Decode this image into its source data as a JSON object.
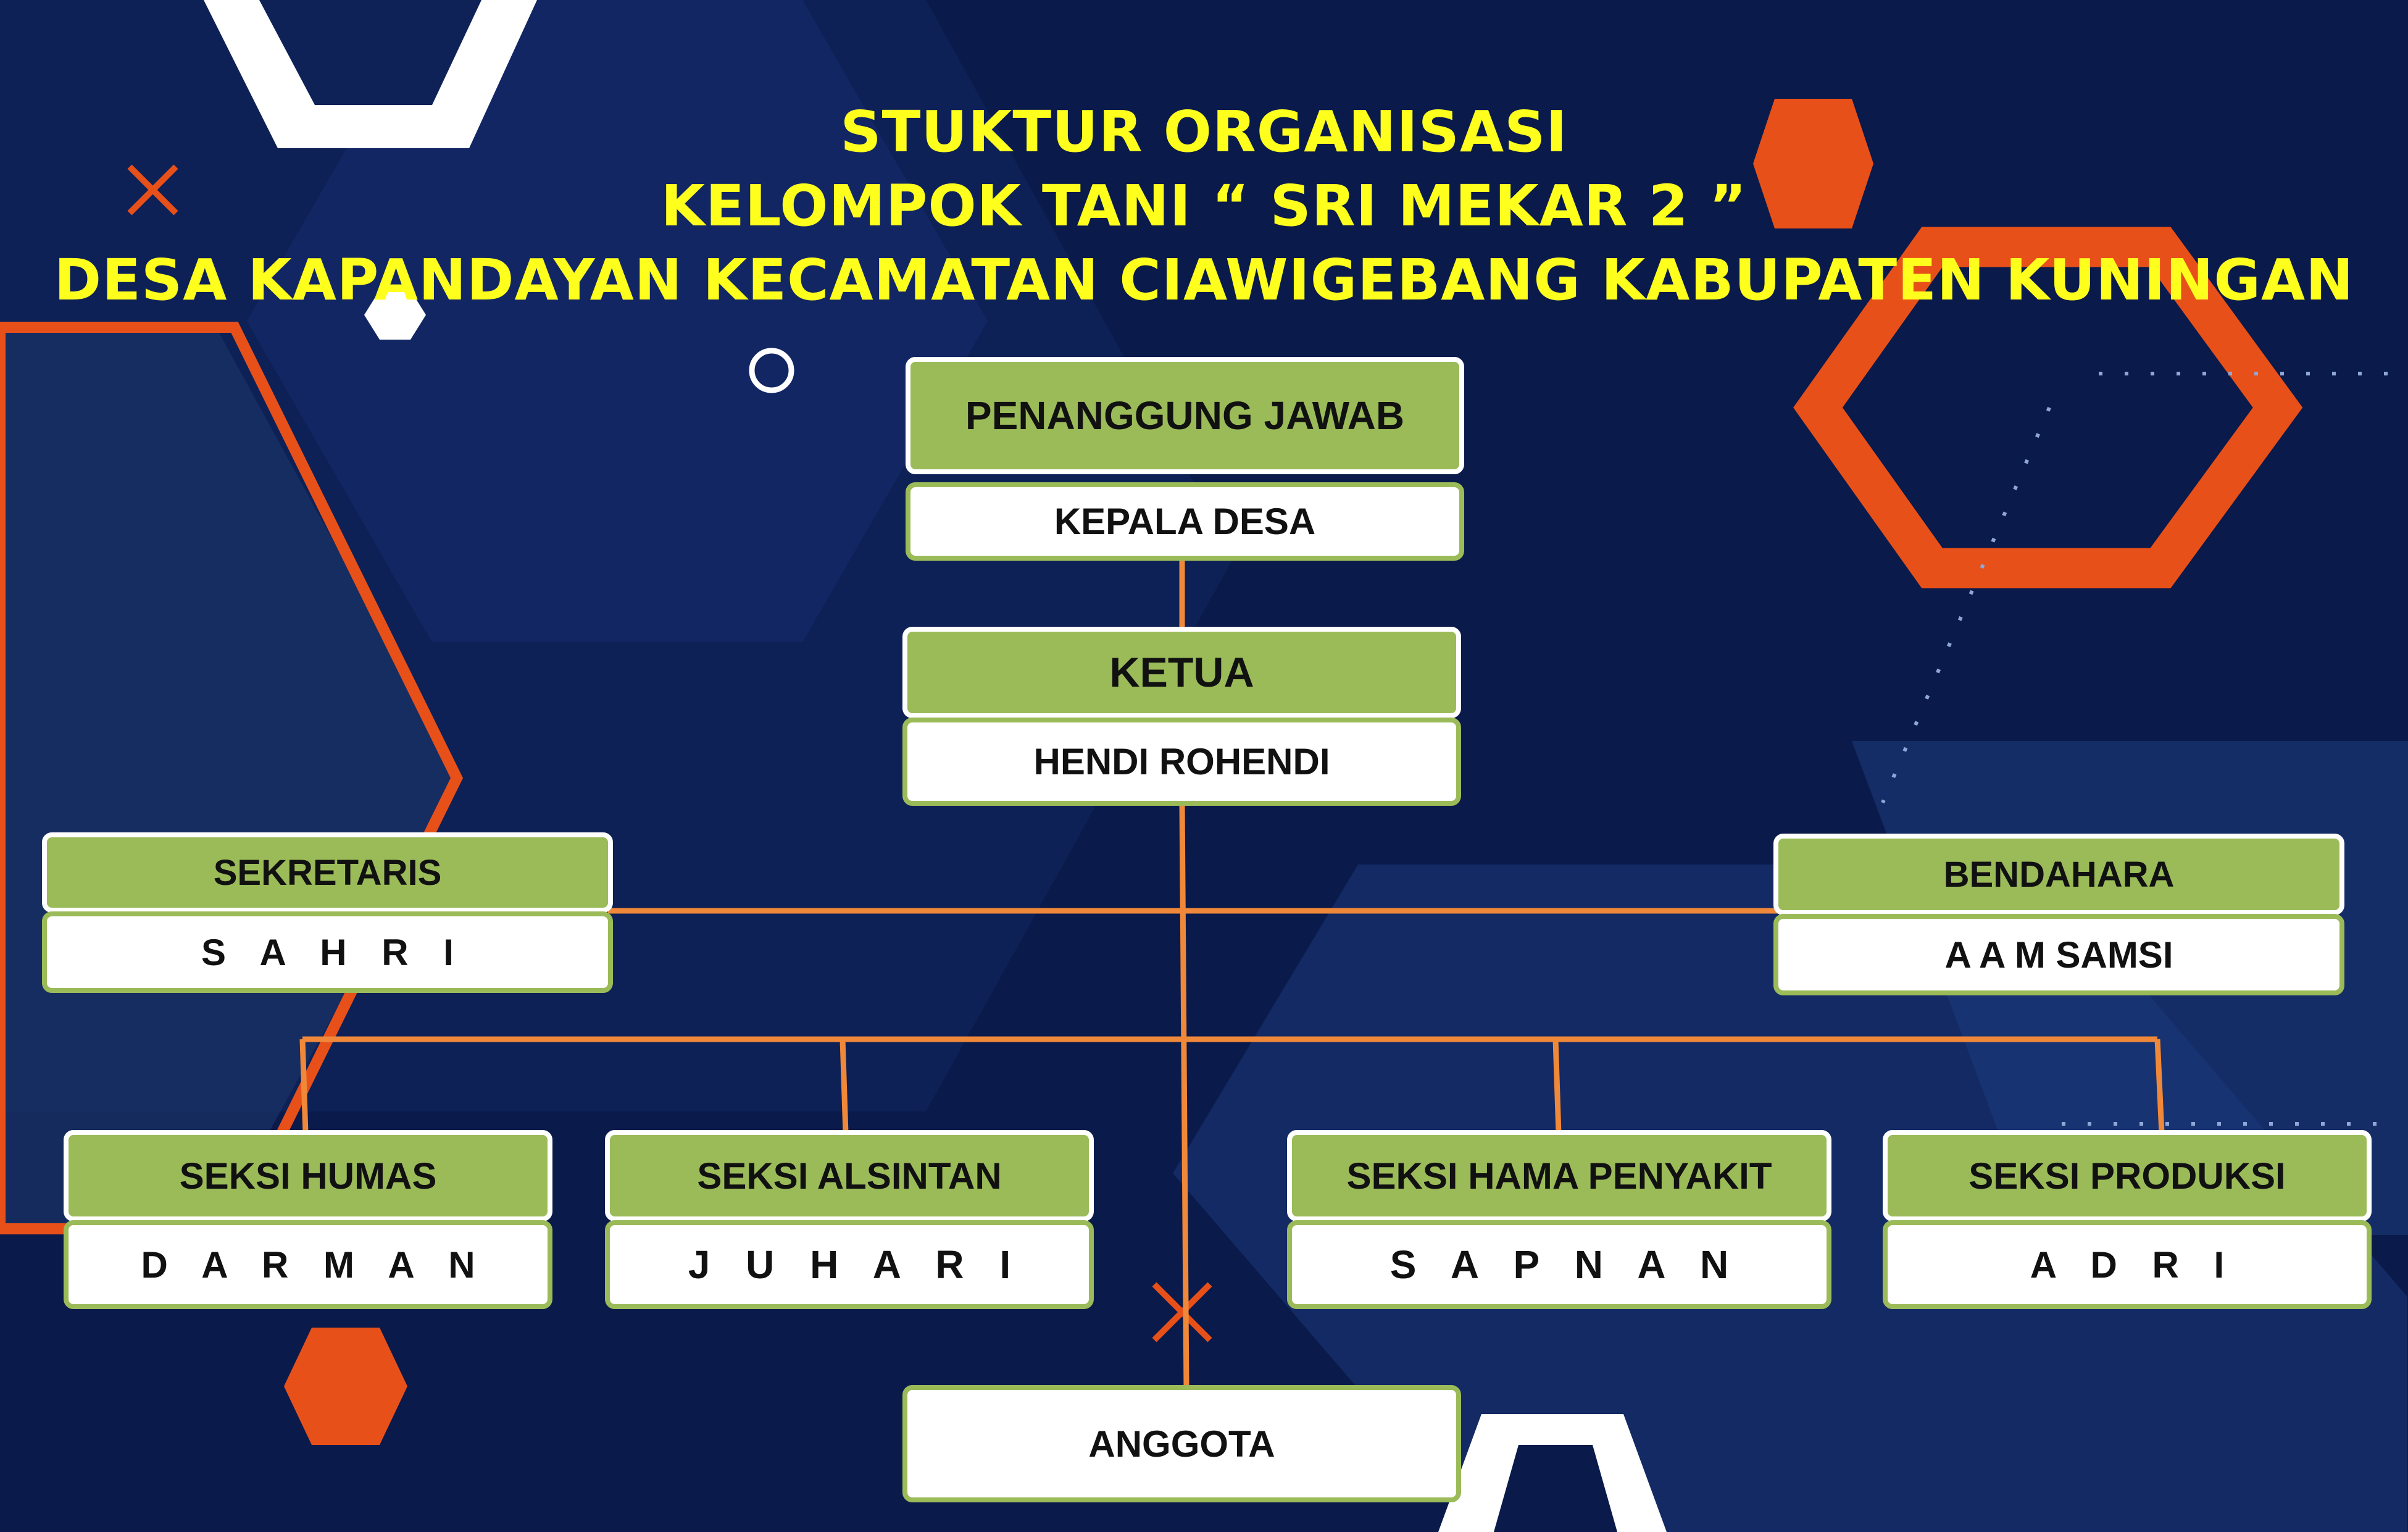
{
  "title": {
    "line1": "STUKTUR ORGANISASI",
    "line2": "KELOMPOK TANI “ SRI MEKAR 2 ”",
    "line3": "DESA KAPANDAYAN KECAMATAN CIAWIGEBANG KABUPATEN KUNINGAN"
  },
  "chart": {
    "penanggung_jawab": {
      "title": "PENANGGUNG JAWAB",
      "name": "KEPALA DESA"
    },
    "ketua": {
      "title": "KETUA",
      "name": "HENDI ROHENDI"
    },
    "sekretaris": {
      "title": "SEKRETARIS",
      "name": "S A H R I"
    },
    "bendahara": {
      "title": "BENDAHARA",
      "name": "A A M SAMSI"
    },
    "seksi_humas": {
      "title": "SEKSI HUMAS",
      "name": "D A R M A N"
    },
    "seksi_alsintan": {
      "title": "SEKSI ALSINTAN",
      "name": "J U H A R I"
    },
    "seksi_hama": {
      "title": "SEKSI HAMA PENYAKIT",
      "name": "S A P N A N"
    },
    "seksi_produksi": {
      "title": "SEKSI PRODUKSI",
      "name": "A D R I"
    },
    "anggota": {
      "name": "ANGGOTA"
    }
  },
  "colors": {
    "background": "#0a1a4a",
    "title": "#ffff1e",
    "header_fill": "#9bbb59",
    "connector": "#f0883a",
    "accent_orange": "#e8501a"
  }
}
